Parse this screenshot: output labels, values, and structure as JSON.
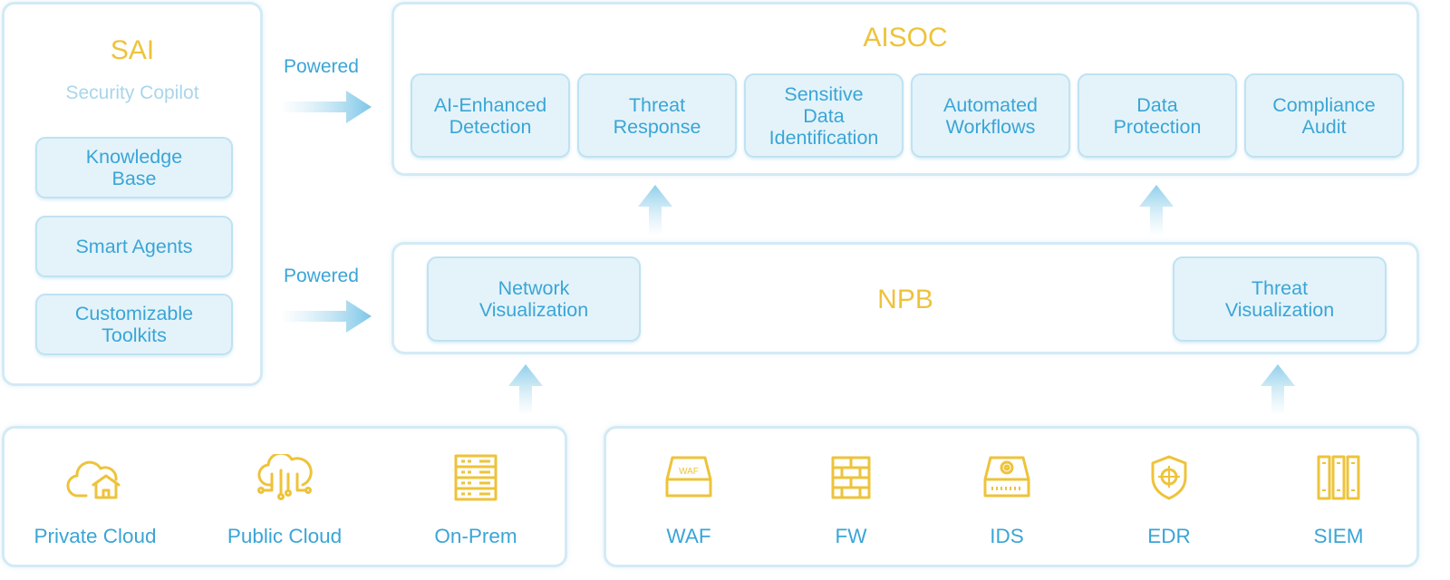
{
  "sai": {
    "title": "SAI",
    "subtitle": "Security Copilot",
    "items": [
      "Knowledge Base",
      "Smart Agents",
      "Customizable Toolkits"
    ]
  },
  "powered_top": "Powered",
  "powered_bottom": "Powered",
  "aisoc": {
    "title": "AISOC",
    "items": [
      "AI-Enhanced Detection",
      "Threat Response",
      "Sensitive Data Identification",
      "Automated Workflows",
      "Data Protection",
      "Compliance Audit"
    ]
  },
  "npb": {
    "title": "NPB",
    "left": "Network Visualization",
    "right": "Threat Visualization"
  },
  "sources_left": [
    {
      "label": "Private Cloud",
      "icon": "cloud-home-icon"
    },
    {
      "label": "Public Cloud",
      "icon": "cloud-network-icon"
    },
    {
      "label": "On-Prem",
      "icon": "server-rack-icon"
    }
  ],
  "sources_right": [
    {
      "label": "WAF",
      "icon": "waf-icon"
    },
    {
      "label": "FW",
      "icon": "firewall-icon"
    },
    {
      "label": "IDS",
      "icon": "ids-icon"
    },
    {
      "label": "EDR",
      "icon": "edr-shield-icon"
    },
    {
      "label": "SIEM",
      "icon": "siem-icon"
    }
  ],
  "colors": {
    "accent": "#3aa5d6",
    "title": "#eec33a",
    "icon": "#eec33a",
    "chip_bg": "#e4f3fa",
    "border": "#d3eaf5"
  }
}
